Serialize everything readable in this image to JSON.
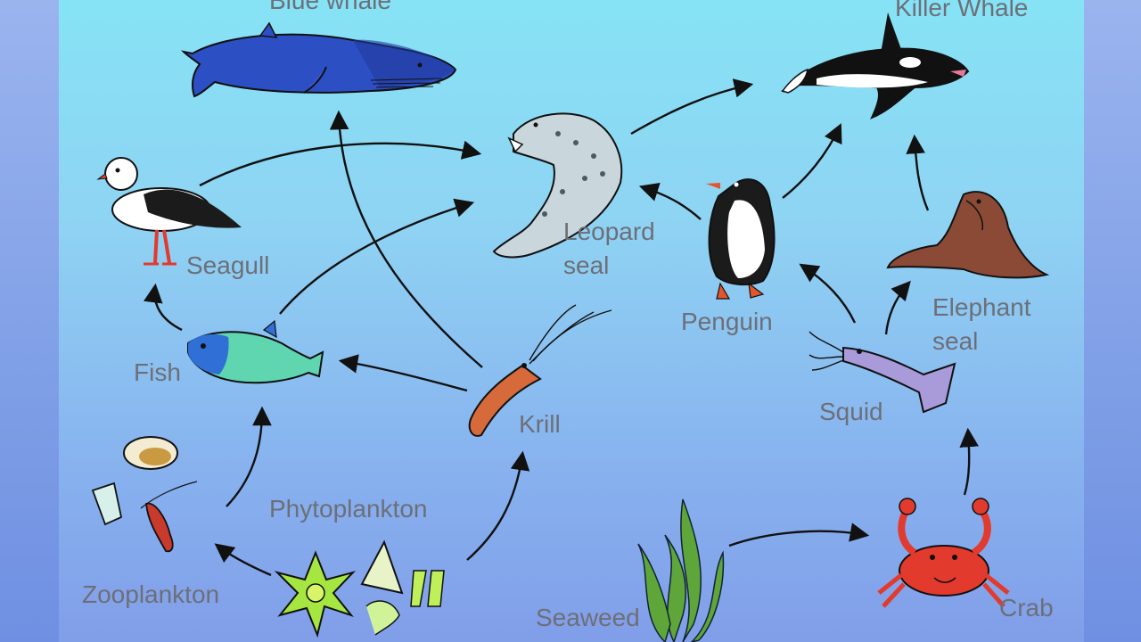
{
  "organisms": {
    "blue_whale": "Blue whale",
    "killer_whale": "Killer Whale",
    "seagull": "Seagull",
    "leopard_seal_line1": "Leopard",
    "leopard_seal_line2": "seal",
    "penguin": "Penguin",
    "elephant_seal_line1": "Elephant",
    "elephant_seal_line2": "seal",
    "fish": "Fish",
    "krill": "Krill",
    "squid": "Squid",
    "phytoplankton": "Phytoplankton",
    "zooplankton": "Zooplankton",
    "seaweed": "Seaweed",
    "crab": "Crab"
  },
  "links": [
    {
      "from": "Krill",
      "to": "Blue whale"
    },
    {
      "from": "Krill",
      "to": "Fish"
    },
    {
      "from": "Fish",
      "to": "Seagull"
    },
    {
      "from": "Fish",
      "to": "Leopard seal"
    },
    {
      "from": "Seagull",
      "to": "Leopard seal"
    },
    {
      "from": "Leopard seal",
      "to": "Killer Whale"
    },
    {
      "from": "Penguin",
      "to": "Leopard seal"
    },
    {
      "from": "Penguin",
      "to": "Killer Whale"
    },
    {
      "from": "Elephant seal",
      "to": "Killer Whale"
    },
    {
      "from": "Squid",
      "to": "Penguin"
    },
    {
      "from": "Squid",
      "to": "Elephant seal"
    },
    {
      "from": "Zooplankton",
      "to": "Fish"
    },
    {
      "from": "Phytoplankton",
      "to": "Zooplankton"
    },
    {
      "from": "Phytoplankton",
      "to": "Krill"
    },
    {
      "from": "Seaweed",
      "to": "Crab"
    },
    {
      "from": "Crab",
      "to": "Squid"
    }
  ],
  "colors": {
    "label": "#6d6f78",
    "water_top": "#86e3f5",
    "water_bottom": "#819ee9",
    "arrow": "#111111"
  }
}
